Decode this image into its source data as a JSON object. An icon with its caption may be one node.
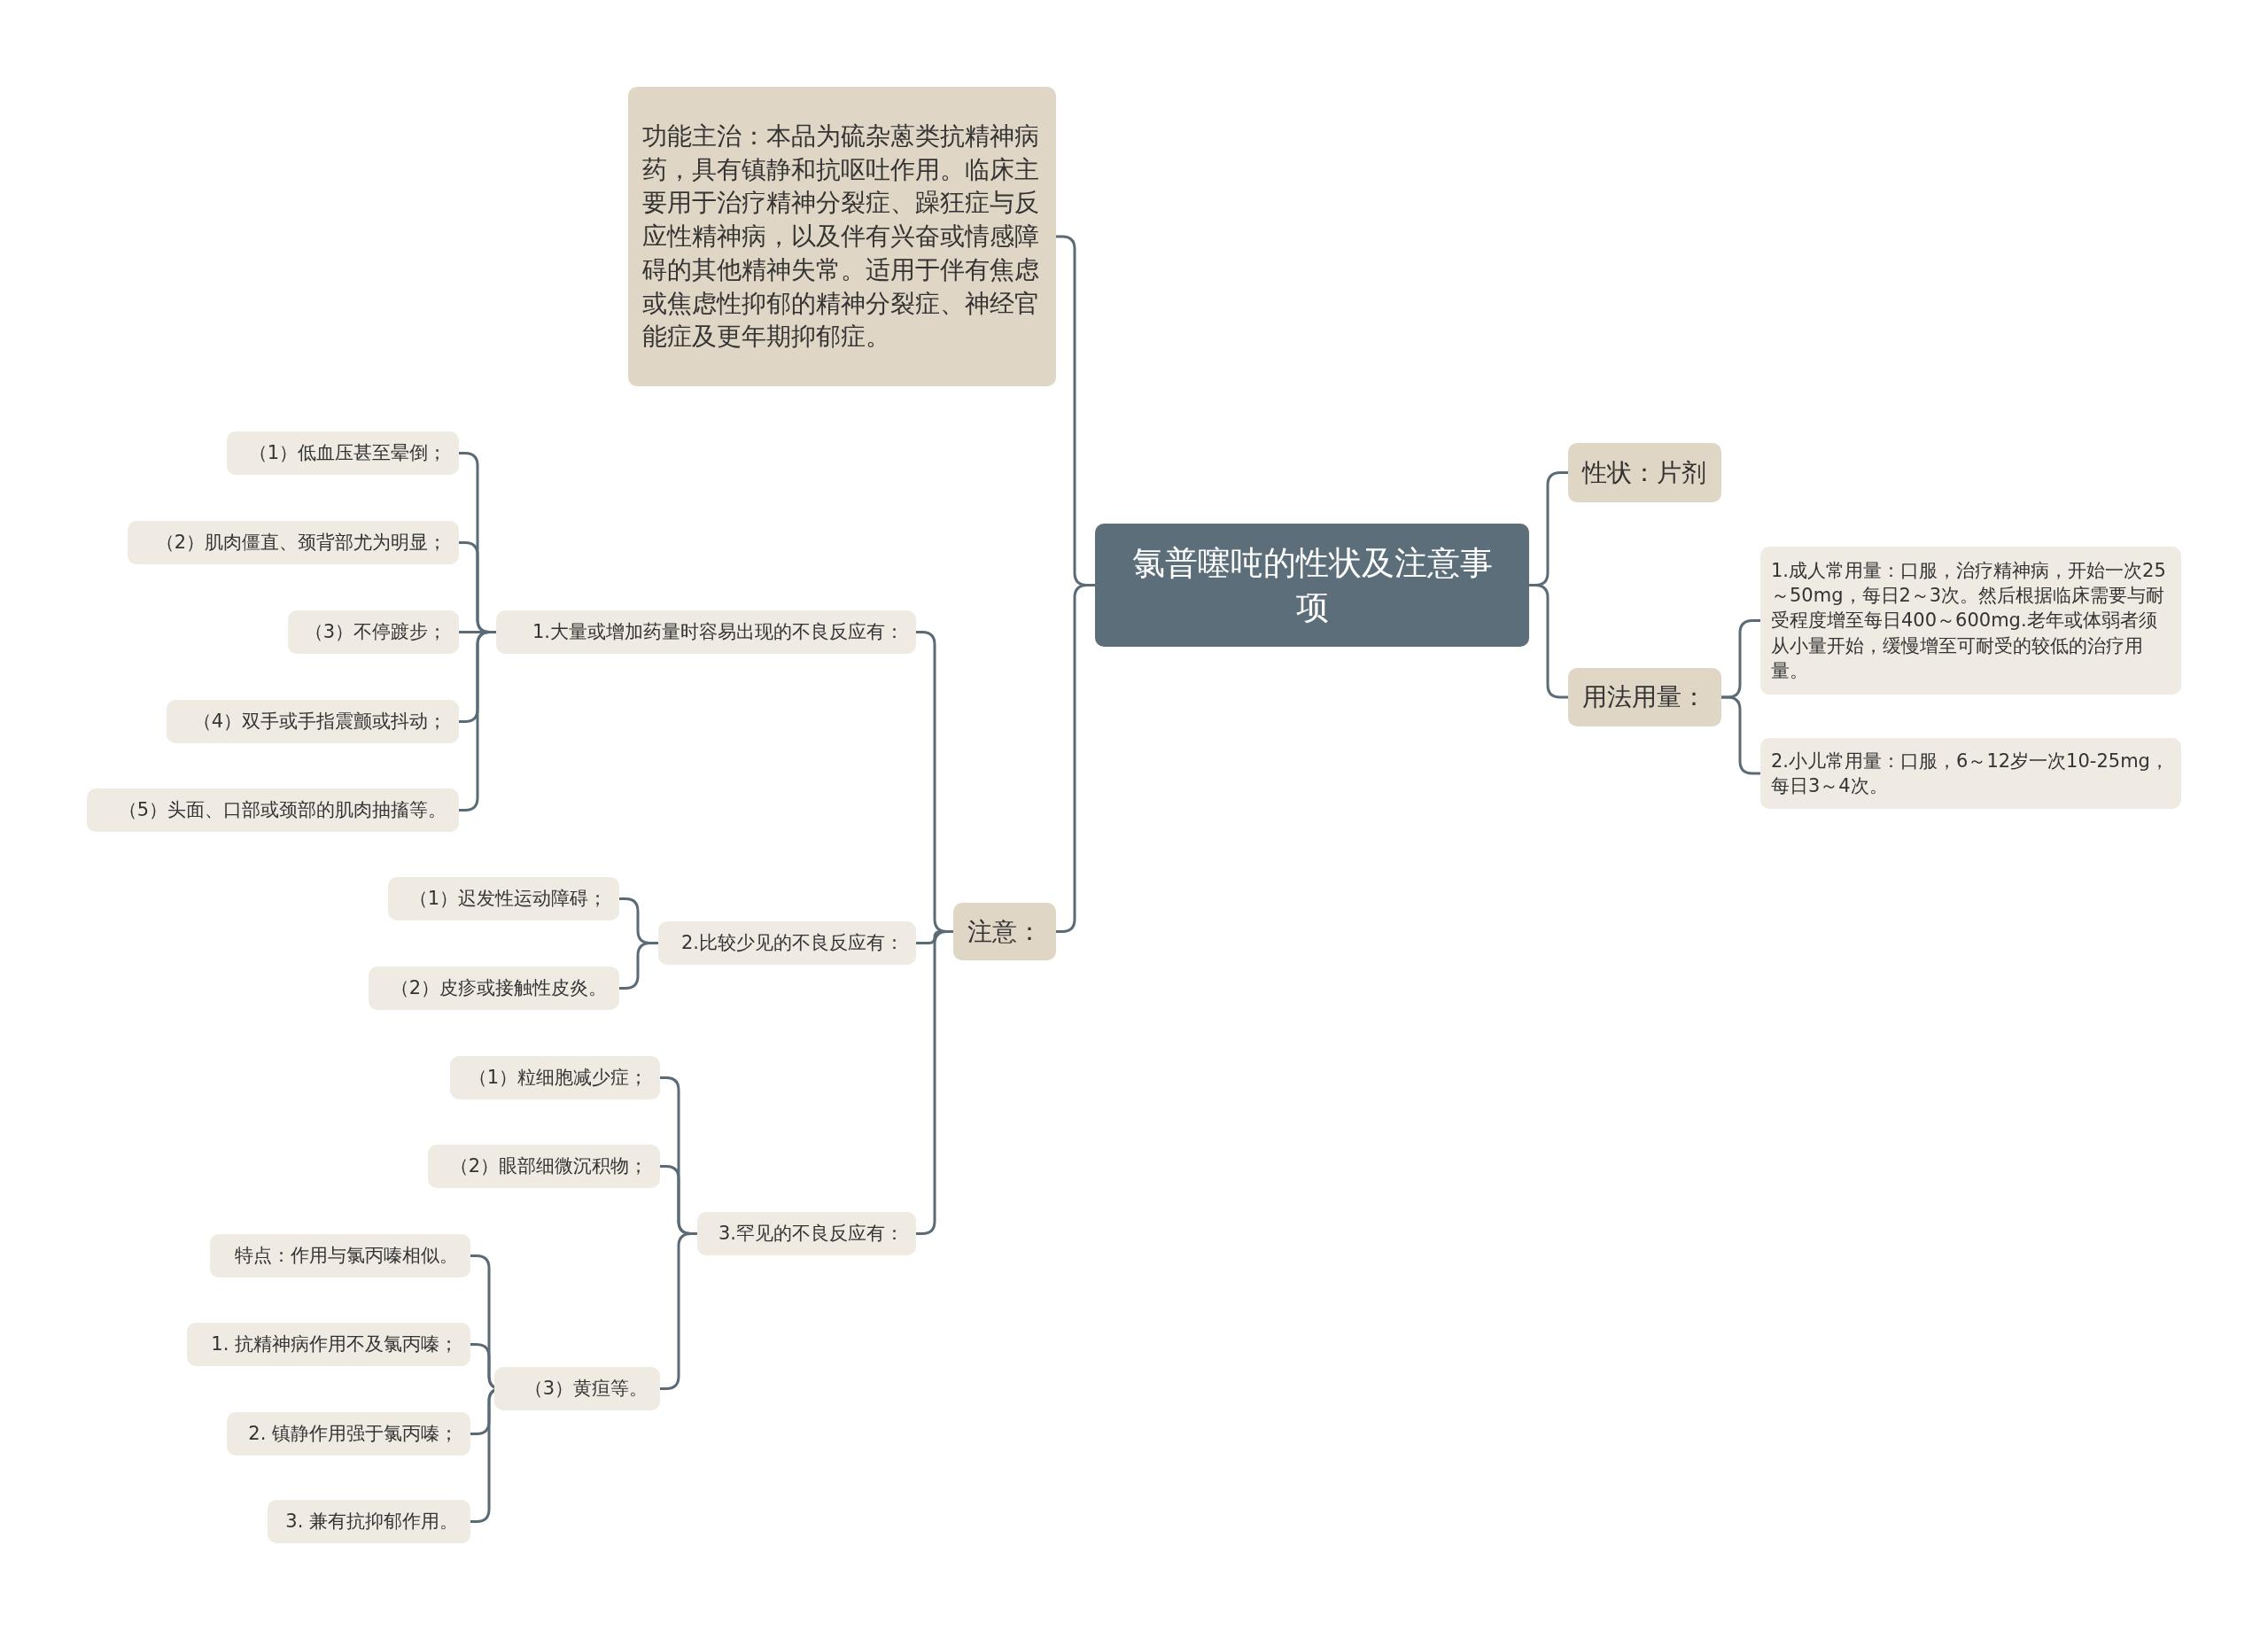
{
  "diagram": {
    "nodes": [
      {
        "text": [
          "氯普噻吨的性状及注意事项"
        ]
      },
      {
        "text": [
          "功能主治：本品为硫杂蒽类抗精神病药，具有镇静和抗呕吐作用。临床主要用于治疗精神分裂症、躁狂症与反应性精神病，以及伴有兴奋或情感障碍的其他精神失常。适用于伴有焦虑或焦虑性抑郁的精神分裂症、神经官能症及更年期抑郁症。"
        ]
      },
      {
        "text": [
          "性状：片剂"
        ]
      },
      {
        "text": [
          "用法用量："
        ]
      },
      {
        "text": [
          "1.成人常用量：口服，治疗精神病，开始一次25～50mg，每日2～3次。然后根据临床需要与耐受程度增至每日400～600mg.老年或体弱者须从小量开始，缓慢增至可耐受的较低的治疗用量。"
        ]
      },
      {
        "text": [
          "2.小儿常用量：口服，6～12岁一次10-25mg，每日3～4次。"
        ]
      },
      {
        "text": [
          "注意："
        ]
      },
      {
        "text": [
          "1.大量或增加药量时容易出现的不良反应有："
        ]
      },
      {
        "text": [
          "（1）低血压甚至晕倒；"
        ]
      },
      {
        "text": [
          "（2）肌肉僵直、颈背部尤为明显；"
        ]
      },
      {
        "text": [
          "（3）不停踱步；"
        ]
      },
      {
        "text": [
          "（4）双手或手指震颤或抖动；"
        ]
      },
      {
        "text": [
          "（5）头面、口部或颈部的肌肉抽搐等。"
        ]
      },
      {
        "text": [
          "2.比较少见的不良反应有："
        ]
      },
      {
        "text": [
          "（1）迟发性运动障碍；"
        ]
      },
      {
        "text": [
          "（2）皮疹或接触性皮炎。"
        ]
      },
      {
        "text": [
          "3.罕见的不良反应有："
        ]
      },
      {
        "text": [
          "（1）粒细胞减少症；"
        ]
      },
      {
        "text": [
          "（2）眼部细微沉积物；"
        ]
      },
      {
        "text": [
          "（3）黄疸等。"
        ]
      },
      {
        "text": [
          "特点：作用与氯丙嗪相似。"
        ]
      },
      {
        "text": [
          "1. 抗精神病作用不及氯丙嗪；"
        ]
      },
      {
        "text": [
          "2. 镇静作用强于氯丙嗪；"
        ]
      },
      {
        "text": [
          "3. 兼有抗抑郁作用。"
        ]
      }
    ],
    "edges": [
      {
        "from": 0,
        "to": 1,
        "arrow": "none"
      },
      {
        "from": 0,
        "to": 6,
        "arrow": "none"
      },
      {
        "from": 0,
        "to": 2,
        "arrow": "none"
      },
      {
        "from": 0,
        "to": 3,
        "arrow": "none"
      },
      {
        "from": 3,
        "to": 4,
        "arrow": "none"
      },
      {
        "from": 3,
        "to": 5,
        "arrow": "none"
      },
      {
        "from": 6,
        "to": 7,
        "arrow": "none"
      },
      {
        "from": 6,
        "to": 13,
        "arrow": "none"
      },
      {
        "from": 6,
        "to": 16,
        "arrow": "none"
      },
      {
        "from": 7,
        "to": 8,
        "arrow": "none"
      },
      {
        "from": 7,
        "to": 9,
        "arrow": "none"
      },
      {
        "from": 7,
        "to": 10,
        "arrow": "none"
      },
      {
        "from": 7,
        "to": 11,
        "arrow": "none"
      },
      {
        "from": 7,
        "to": 12,
        "arrow": "none"
      },
      {
        "from": 13,
        "to": 14,
        "arrow": "none"
      },
      {
        "from": 13,
        "to": 15,
        "arrow": "none"
      },
      {
        "from": 16,
        "to": 17,
        "arrow": "none"
      },
      {
        "from": 16,
        "to": 18,
        "arrow": "none"
      },
      {
        "from": 16,
        "to": 19,
        "arrow": "none"
      },
      {
        "from": 19,
        "to": 20,
        "arrow": "none"
      },
      {
        "from": 19,
        "to": 21,
        "arrow": "none"
      },
      {
        "from": 19,
        "to": 22,
        "arrow": "none"
      },
      {
        "from": 19,
        "to": 23,
        "arrow": "none"
      }
    ]
  }
}
